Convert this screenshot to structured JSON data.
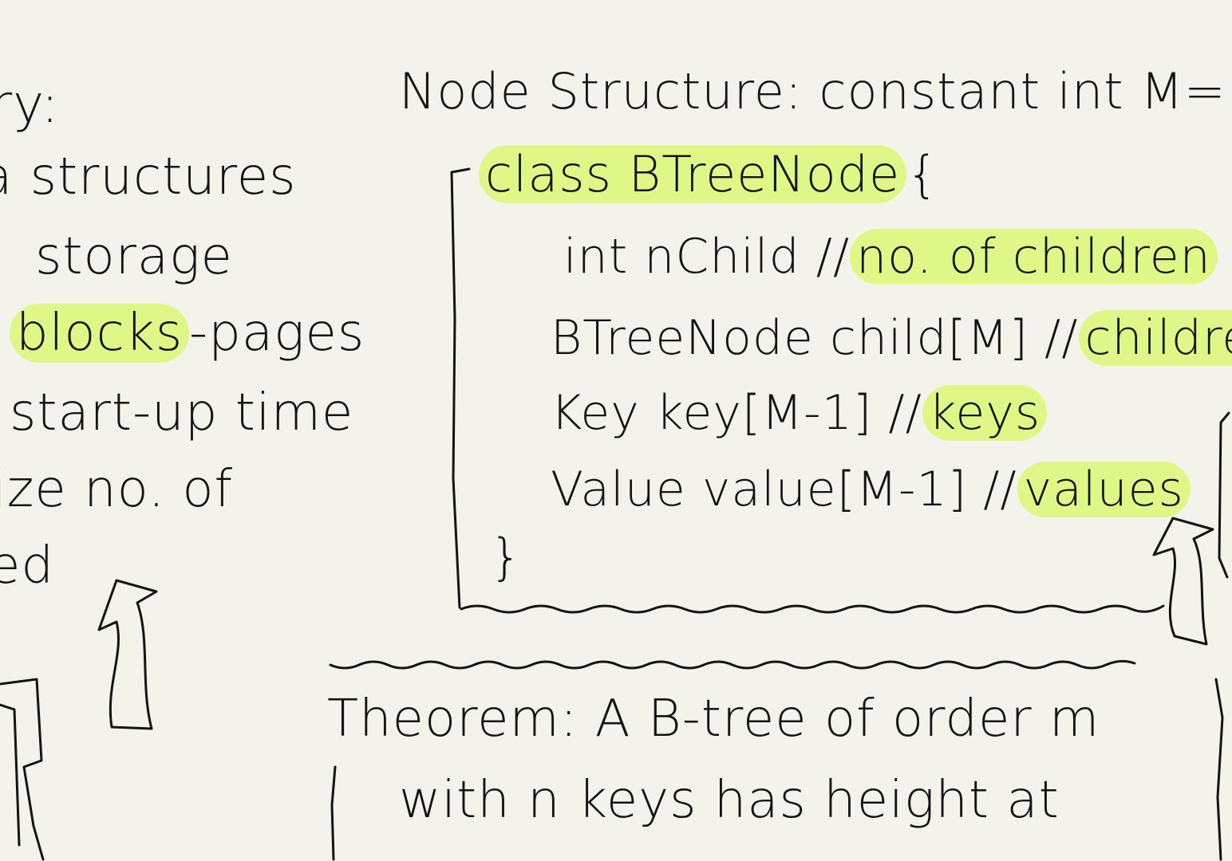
{
  "left_notes": {
    "line1": "ry:",
    "line2": "ta structures",
    "line3": "storage",
    "line4_hl": "blocks",
    "line4_rest": "-pages",
    "line5": "start-up time",
    "line6": "ize no. of",
    "line7": "ed"
  },
  "node_structure": {
    "heading": "Node Structure: constant int M=...",
    "class_decl": "class BTreeNode",
    "open_brace": "{",
    "lines": [
      {
        "code": "int     nChild //",
        "comment": "no. of children"
      },
      {
        "code": "BTreeNode child[M] //",
        "comment": "children"
      },
      {
        "code": "Key key[M-1] //",
        "comment": "keys"
      },
      {
        "code": "Value value[M-1] //",
        "comment": "values"
      }
    ],
    "close_brace": "}"
  },
  "theorem": {
    "line1": "Theorem: A B-tree of order m",
    "line2": "with n keys has height at"
  },
  "colors": {
    "background": "#f3f3eb",
    "ink": "#141414",
    "highlight": "#dff787"
  }
}
